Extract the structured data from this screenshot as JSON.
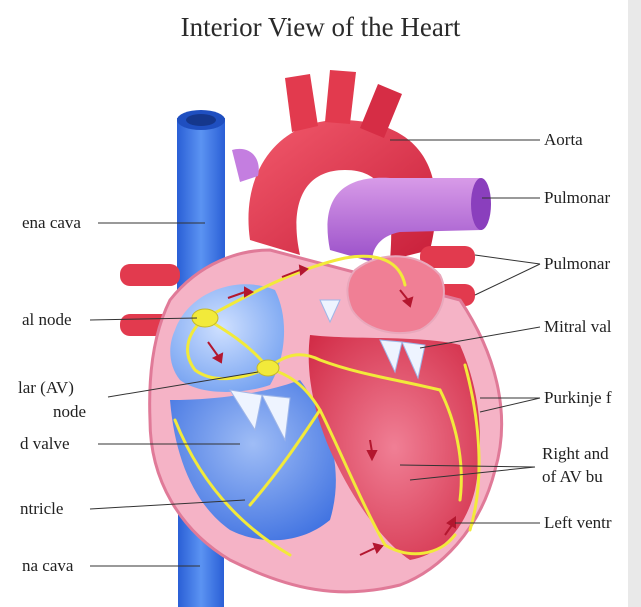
{
  "title": "Interior View of the Heart",
  "labels_left": {
    "vena_cava_upper": "ena cava",
    "sa_node": "al node",
    "av_node_line1": "lar (AV)",
    "av_node_line2": "node",
    "tricuspid_valve": "d valve",
    "ventricle": "ntricle",
    "vena_cava_lower": "na cava"
  },
  "labels_right": {
    "aorta": "Aorta",
    "pulmonary_artery": "Pulmonar",
    "pulmonary_veins": "Pulmonar",
    "mitral_valve": "Mitral val",
    "purkinje": "Purkinje f",
    "bundle_line1": "Right and",
    "bundle_line2": "of AV bu",
    "left_ventricle": "Left ventr"
  },
  "colors": {
    "vena_cava": "#3a73e6",
    "aorta": "#e23a4e",
    "pulmonary": "#b56ad9",
    "heart_wall": "#f2a6bd",
    "conduction": "#f2ea3a"
  }
}
